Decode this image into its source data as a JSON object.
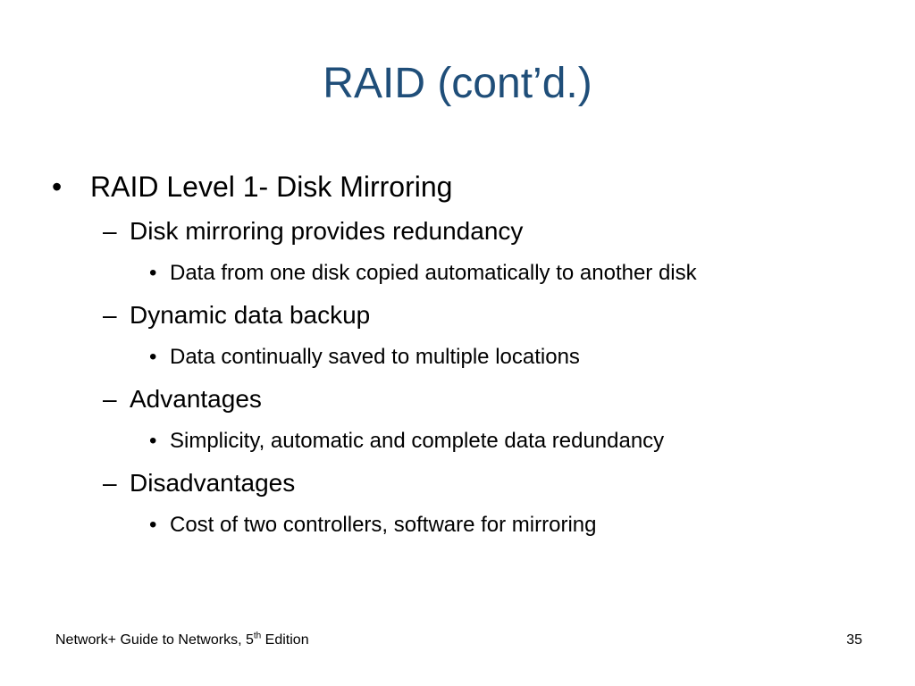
{
  "title": "RAID (cont’d.)",
  "bullets": {
    "main": "RAID Level 1- Disk Mirroring",
    "items": [
      {
        "text": "Disk mirroring provides redundancy",
        "sub": "Data from one disk copied automatically to another disk"
      },
      {
        "text": "Dynamic data backup",
        "sub": "Data continually saved to multiple locations"
      },
      {
        "text": "Advantages",
        "sub": "Simplicity, automatic and complete data redundancy"
      },
      {
        "text": "Disadvantages",
        "sub": "Cost of two controllers, software for mirroring"
      }
    ]
  },
  "markers": {
    "bullet": "•",
    "dash": "–"
  },
  "footer": {
    "book_prefix": "Network+ Guide to Networks, 5",
    "book_sup": "th",
    "book_suffix": " Edition",
    "page_number": "35"
  },
  "colors": {
    "title": "#1F4E79",
    "text": "#000000",
    "background": "#FFFFFF"
  }
}
